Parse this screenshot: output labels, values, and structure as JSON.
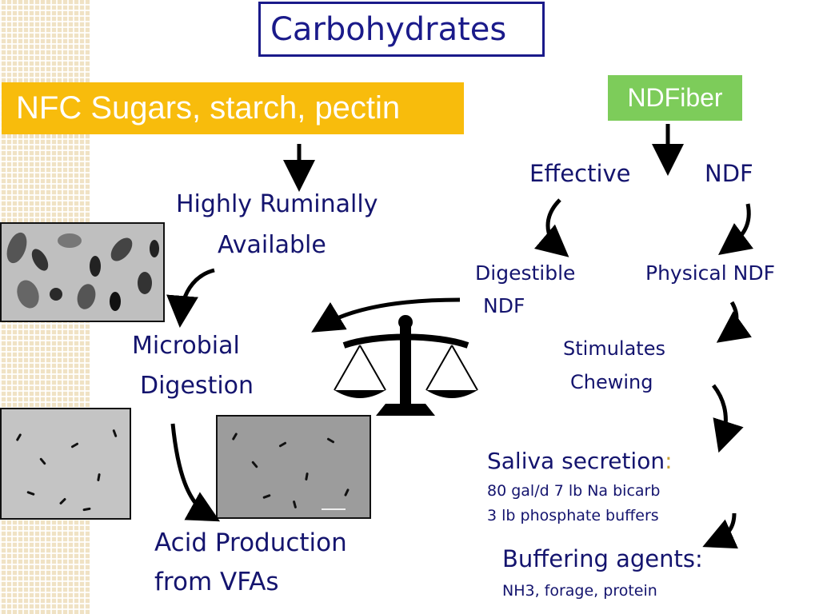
{
  "title": "Carbohydrates",
  "nfc": {
    "label": "NFC Sugars, starch, pectin"
  },
  "ndf": {
    "label": "NDFiber"
  },
  "left": {
    "highly_line1": "Highly Ruminally",
    "highly_line2": "Available",
    "microbial_line1": "Microbial",
    "microbial_line2": "Digestion",
    "acid_line1": "Acid Production",
    "acid_line2": "from VFAs"
  },
  "right": {
    "effective": "Effective",
    "ndf_word": "NDF",
    "digestible_line1": "Digestible",
    "digestible_line2": "NDF",
    "physical": "Physical NDF",
    "stimulates_line1": "Stimulates",
    "stimulates_line2": "Chewing",
    "saliva_title": "Saliva secretion",
    "saliva_colon": ":",
    "saliva_line1": "80 gal/d 7 lb Na bicarb",
    "saliva_line2": "3 lb phosphate buffers",
    "buffering_title": "Buffering  agents:",
    "buffering_detail": "NH3, forage, protein"
  },
  "colors": {
    "text": "#14146e",
    "nfc_bg": "#f8bc0c",
    "ndf_bg": "#7dcc5a",
    "colon": "#c9a23a"
  }
}
